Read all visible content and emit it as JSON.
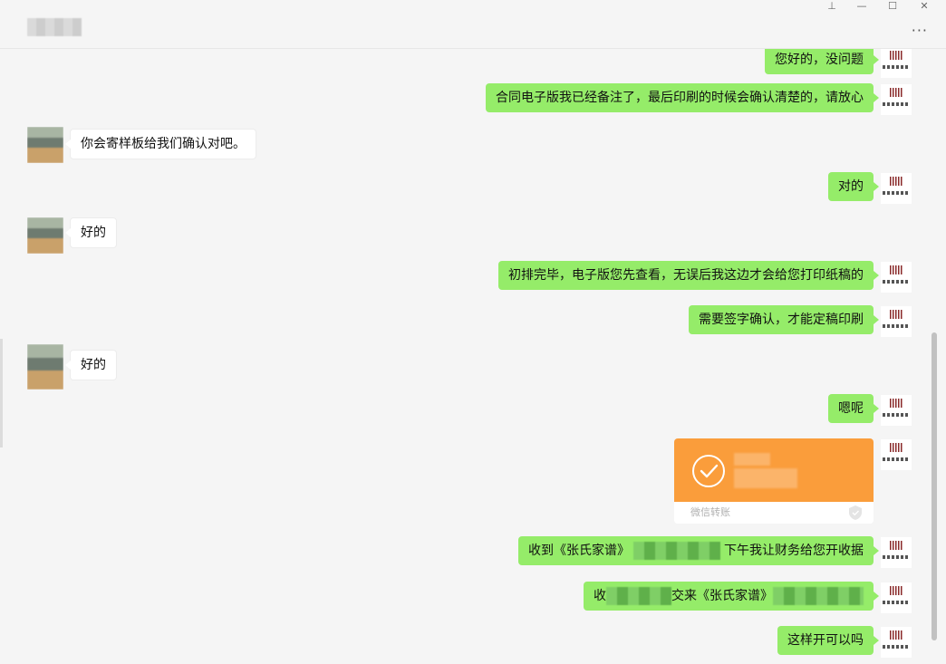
{
  "window": {
    "controls": {
      "pin": "⊥",
      "minimize": "—",
      "maximize": "☐",
      "close": "✕"
    },
    "more_label": "···"
  },
  "messages": [
    {
      "side": "out",
      "text": "您好的，没问题"
    },
    {
      "side": "out",
      "text": "合同电子版我已经备注了，最后印刷的时候会确认清楚的，请放心"
    },
    {
      "side": "in",
      "text": "你会寄样板给我们确认对吧。"
    },
    {
      "side": "out",
      "text": "对的"
    },
    {
      "side": "in",
      "text": "好的"
    },
    {
      "side": "out",
      "text": "初排完毕，电子版您先查看，无误后我这边才会给您打印纸稿的"
    },
    {
      "side": "out",
      "text": "需要签字确认，才能定稿印刷"
    },
    {
      "side": "in",
      "text": "好的"
    },
    {
      "side": "out",
      "text": "嗯呢"
    },
    {
      "side": "out",
      "type": "transfer",
      "label": "微信转账"
    },
    {
      "side": "out",
      "text_a": "收到《张氏家谱》",
      "text_b": "下午我让财务给您开收据"
    },
    {
      "side": "out",
      "text_a": "收",
      "text_b": "交来《张氏家谱》"
    },
    {
      "side": "out",
      "text": "这样开可以吗"
    }
  ],
  "colors": {
    "out_bubble": "#95ec69",
    "in_bubble": "#ffffff",
    "transfer": "#fa9d3b",
    "background": "#f5f5f5"
  }
}
